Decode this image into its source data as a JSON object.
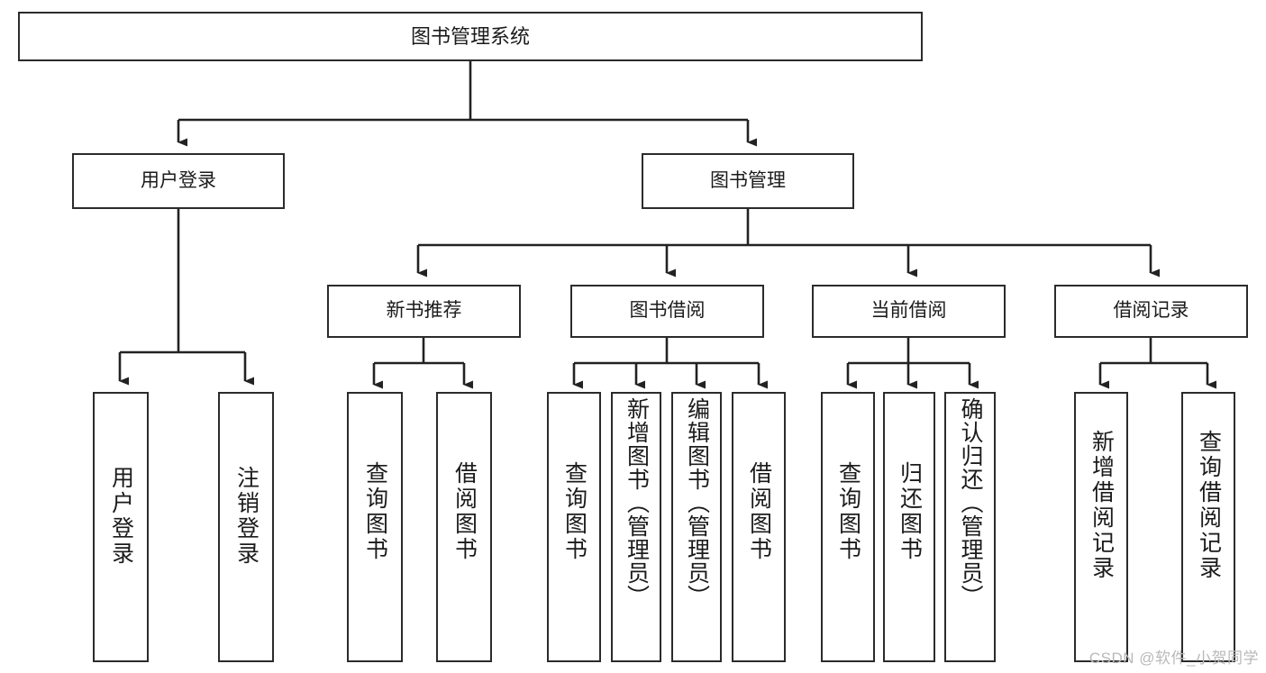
{
  "diagram": {
    "title": "图书管理系统",
    "type": "tree-hierarchy-diagram",
    "watermark": "CSDN @软件_小贺同学",
    "colors": {
      "box_border": "#2b2b2b",
      "box_fill": "#ffffff",
      "connector": "#222222",
      "text": "#1b1b1b",
      "watermark": "#b9b9b9"
    },
    "nodes": {
      "root": {
        "label": "图书管理系统"
      },
      "level2": [
        {
          "id": "user-login",
          "label": "用户登录"
        },
        {
          "id": "book-management",
          "label": "图书管理"
        }
      ],
      "level3": [
        {
          "id": "new-book-recommend",
          "label": "新书推荐"
        },
        {
          "id": "book-borrow",
          "label": "图书借阅"
        },
        {
          "id": "current-borrow",
          "label": "当前借阅"
        },
        {
          "id": "borrow-record",
          "label": "借阅记录"
        }
      ],
      "leaves": {
        "user-login": [
          {
            "id": "leaf-user-login",
            "label": "用户登录"
          },
          {
            "id": "leaf-user-logout",
            "label": "注销登录"
          }
        ],
        "new-book-recommend": [
          {
            "id": "leaf-query-book-1",
            "label": "查询图书"
          },
          {
            "id": "leaf-borrow-book-1",
            "label": "借阅图书"
          }
        ],
        "book-borrow": [
          {
            "id": "leaf-query-book-2",
            "label": "查询图书"
          },
          {
            "id": "leaf-add-book",
            "label": "新增图书（管理员）"
          },
          {
            "id": "leaf-edit-book",
            "label": "编辑图书（管理员）"
          },
          {
            "id": "leaf-borrow-book-2",
            "label": "借阅图书"
          }
        ],
        "current-borrow": [
          {
            "id": "leaf-query-book-3",
            "label": "查询图书"
          },
          {
            "id": "leaf-return-book",
            "label": "归还图书"
          },
          {
            "id": "leaf-confirm-return",
            "label": "确认归还（管理员）"
          }
        ],
        "borrow-record": [
          {
            "id": "leaf-add-record",
            "label": "新增借阅记录"
          },
          {
            "id": "leaf-query-record",
            "label": "查询借阅记录"
          }
        ]
      }
    }
  }
}
